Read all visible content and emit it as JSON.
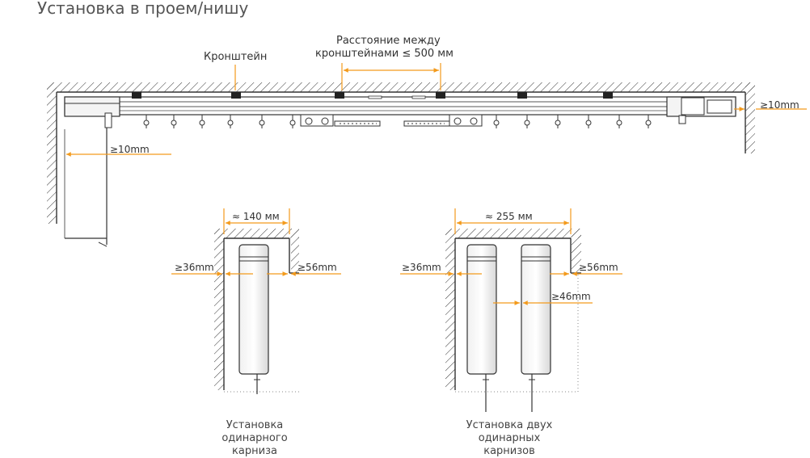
{
  "title": "Установка в проем/нишу",
  "labels": {
    "bracket": "Кронштейн",
    "distance_line1": "Расстояние между",
    "distance_line2": "кронштейнами  ≤ 500 мм",
    "gap_right_top": "≥10mm",
    "gap_left_top": "≥10mm"
  },
  "single": {
    "width": "≈ 140 мм",
    "left_gap": "≥36mm",
    "right_gap": "≥56mm",
    "caption": [
      "Установка",
      "одинарного",
      "карниза"
    ]
  },
  "double": {
    "width": "≈ 255 мм",
    "left_gap": "≥36mm",
    "right_gap": "≥56mm",
    "between_gap": "≥46mm",
    "caption": [
      "Установка двух",
      "одинарных",
      "карнизов"
    ]
  },
  "colors": {
    "accent": "#f39a1c",
    "line": "#333333"
  }
}
